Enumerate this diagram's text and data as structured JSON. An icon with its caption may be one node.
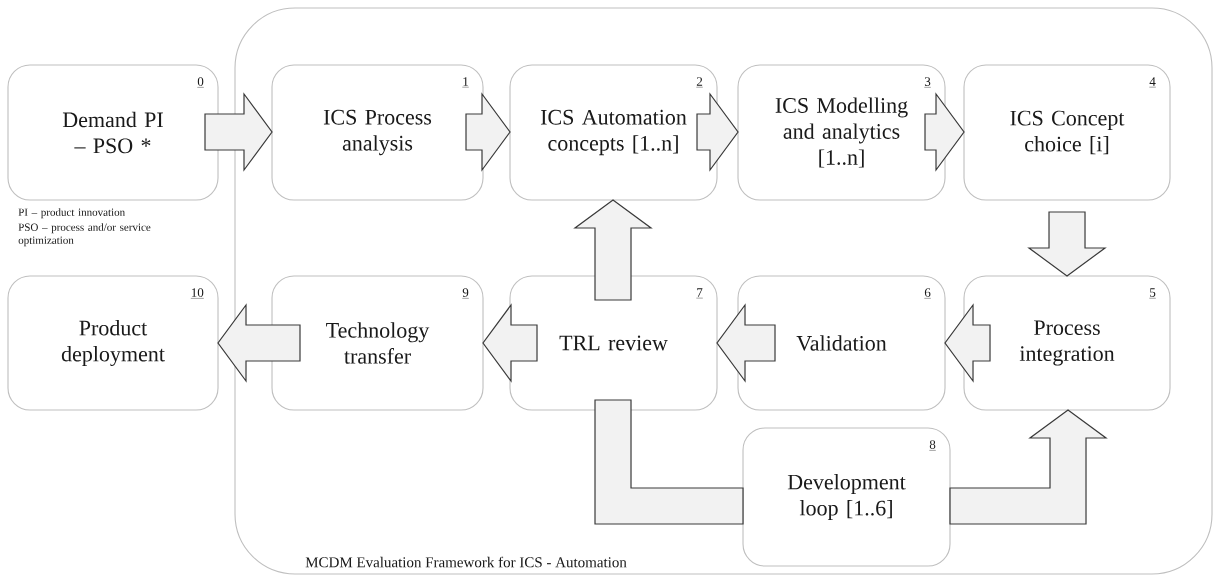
{
  "diagram": {
    "nodes": [
      {
        "text": [
          "0",
          "Demand PI – PSO *"
        ],
        "beside": [
          "PI – product innovation",
          "PSO – process and/or service optimization"
        ]
      },
      {
        "text": [
          "MCDM Evaluation Framework for ICS - Automation"
        ]
      },
      {
        "text": [
          "1",
          "ICS Process analysis"
        ],
        "in": 1
      },
      {
        "text": [
          "2",
          "ICS Automation concepts [1..n]"
        ],
        "in": 1
      },
      {
        "text": [
          "3",
          "ICS Modelling and analytics [1..n]"
        ],
        "in": 1
      },
      {
        "text": [
          "4",
          "ICS Concept choice [i]"
        ],
        "in": 1
      },
      {
        "text": [
          "5",
          "Process integration"
        ],
        "in": 1
      },
      {
        "text": [
          "6",
          "Validation"
        ],
        "in": 1
      },
      {
        "text": [
          "7",
          "TRL review"
        ],
        "in": 1
      },
      {
        "text": [
          "8",
          "Development loop [1..6]"
        ],
        "in": 1
      },
      {
        "text": [
          "9",
          "Technology transfer"
        ],
        "in": 1
      },
      {
        "text": [
          "10",
          "Product deployment"
        ]
      }
    ],
    "edges": [
      {
        "from": 0,
        "to": 2,
        "arrow": "to"
      },
      {
        "from": 2,
        "to": 3,
        "arrow": "to"
      },
      {
        "from": 3,
        "to": 4,
        "arrow": "to"
      },
      {
        "from": 4,
        "to": 5,
        "arrow": "to"
      },
      {
        "from": 5,
        "to": 6,
        "arrow": "to"
      },
      {
        "from": 6,
        "to": 7,
        "arrow": "to"
      },
      {
        "from": 7,
        "to": 8,
        "arrow": "to"
      },
      {
        "from": 8,
        "to": 3,
        "arrow": "to"
      },
      {
        "from": 8,
        "to": 9,
        "arrow": "none"
      },
      {
        "from": 9,
        "to": 6,
        "arrow": "to"
      },
      {
        "from": 8,
        "to": 10,
        "arrow": "to"
      },
      {
        "from": 10,
        "to": 11,
        "arrow": "to"
      }
    ]
  }
}
